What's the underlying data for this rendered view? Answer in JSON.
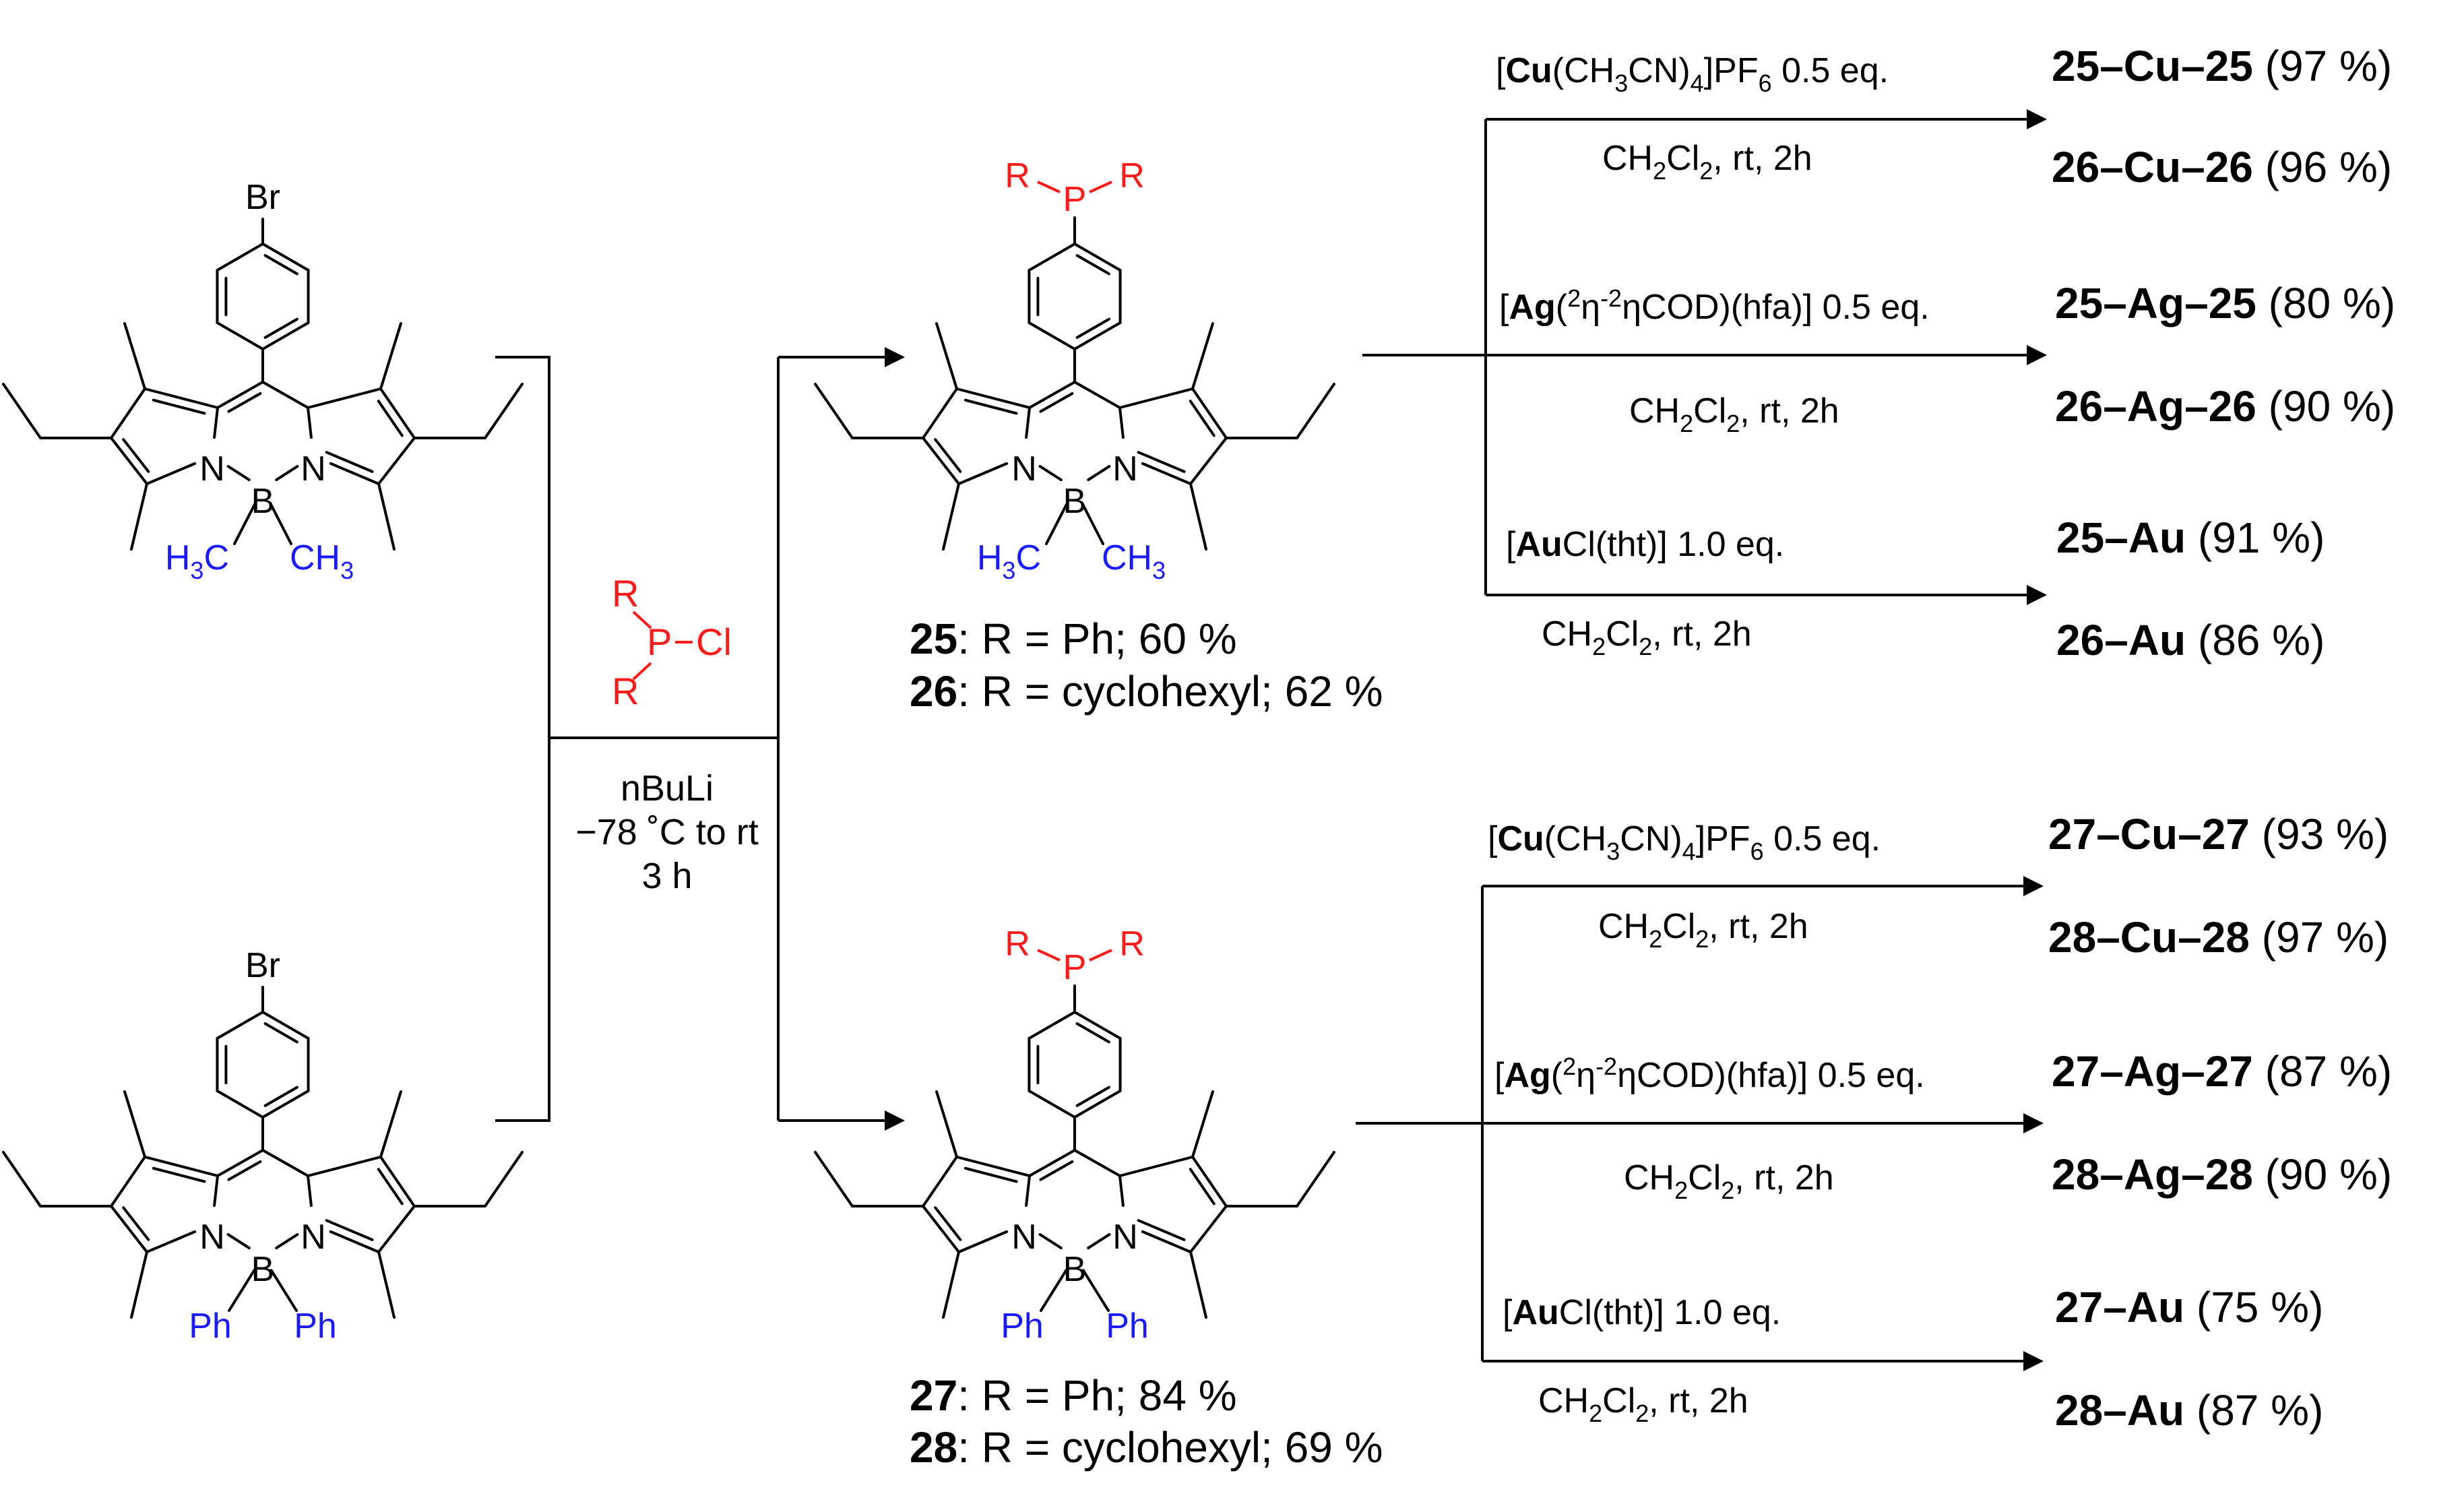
{
  "atoms": {
    "br": "Br",
    "n": "N",
    "b": "B",
    "p": "P",
    "r": "R",
    "ph": "Ph",
    "ch3_right": "CH",
    "h3c_left": "H",
    "h3c_mid": "C",
    "ch3_sub": "3",
    "pcl": "P",
    "cl": "Cl"
  },
  "reagent_step1": {
    "line1": "nBuLi",
    "line2": "−78 ˚C to rt",
    "line3": "3 h"
  },
  "products": {
    "p25": {
      "num": "25",
      "desc": ": R = Ph; 60 %"
    },
    "p26": {
      "num": "26",
      "desc": ": R = cyclohexyl; 62 %"
    },
    "p27": {
      "num": "27",
      "desc": ": R = Ph; 84 %"
    },
    "p28": {
      "num": "28",
      "desc": ": R = cyclohexyl; 69 %"
    }
  },
  "conditions": {
    "cu_pre": "[",
    "cu_metal": "Cu",
    "cu_a": "(CH",
    "cu_s1": "3",
    "cu_b": "CN)",
    "cu_s2": "4",
    "cu_c": "]PF",
    "cu_s3": "6",
    "cu_d": " 0.5 eq.",
    "ag_pre": "[",
    "ag_metal": "Ag",
    "ag_a": "(",
    "ag_s1": "2",
    "ag_b": "η",
    "ag_s2": "-2",
    "ag_c": "ηCOD)(hfa)] 0.5 eq.",
    "au_pre": "[",
    "au_metal": "Au",
    "au_rest": "Cl(tht)] 1.0 eq.",
    "solv_a": "CH",
    "solv_s1": "2",
    "solv_b": "Cl",
    "solv_s2": "2",
    "solv_c": ", rt, 2h"
  },
  "results": {
    "r1": {
      "label": "25–Cu–25",
      "yield": " (97 %)"
    },
    "r2": {
      "label": "26–Cu–26",
      "yield": " (96 %)"
    },
    "r3": {
      "label": "25–Ag–25",
      "yield": " (80 %)"
    },
    "r4": {
      "label": "26–Ag–26",
      "yield": " (90 %)"
    },
    "r5": {
      "label": "25–Au",
      "yield": " (91 %)"
    },
    "r6": {
      "label": "26–Au",
      "yield": " (86 %)"
    },
    "r7": {
      "label": "27–Cu–27",
      "yield": " (93 %)"
    },
    "r8": {
      "label": "28–Cu–28",
      "yield": " (97 %)"
    },
    "r9": {
      "label": "27–Ag–27",
      "yield": " (87 %)"
    },
    "r10": {
      "label": "28–Ag–28",
      "yield": " (90 %)"
    },
    "r11": {
      "label": "27–Au",
      "yield": " (75 %)"
    },
    "r12": {
      "label": "28–Au",
      "yield": " (87 %)"
    }
  },
  "colors": {
    "phosphine": "#ff1a1a",
    "boron_substituent": "#1a1aff",
    "bond": "#000000"
  }
}
